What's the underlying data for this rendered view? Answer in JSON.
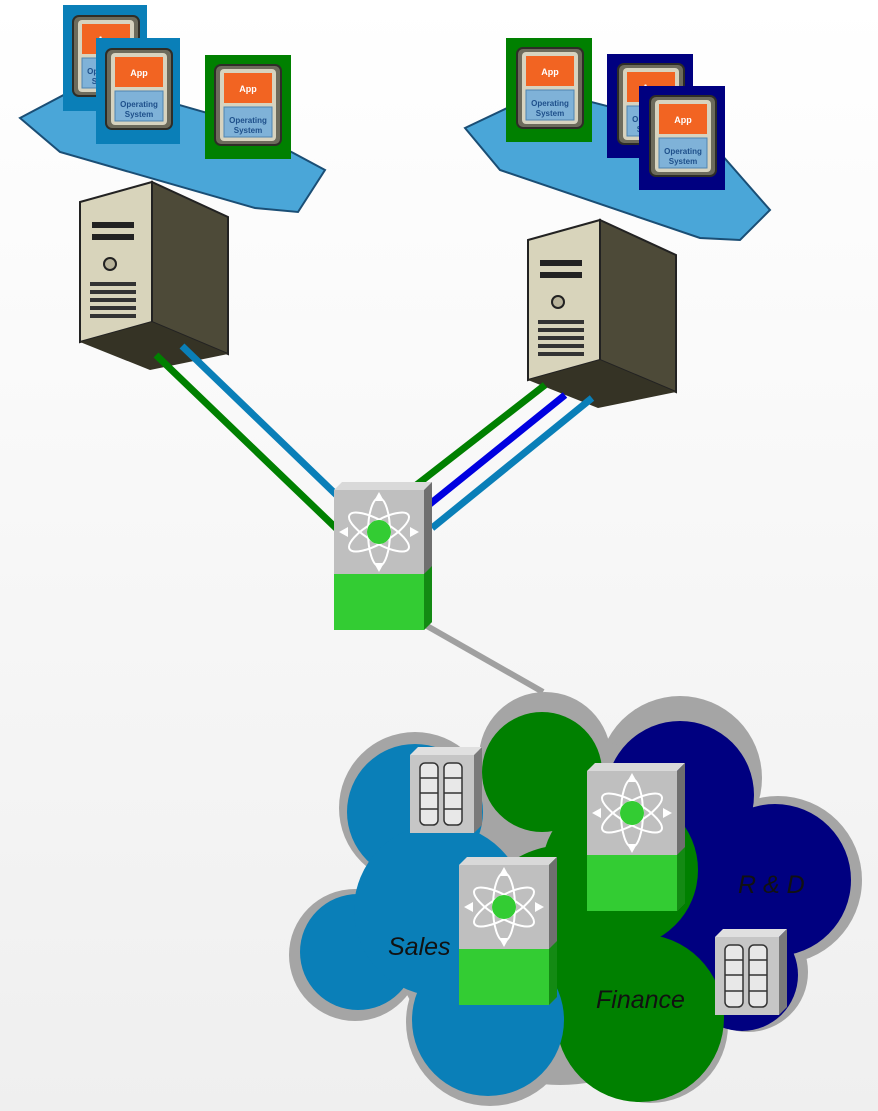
{
  "vm": {
    "app_label": "App",
    "os_line1": "Operating",
    "os_line2": "System"
  },
  "network": {
    "segments": [
      {
        "id": "sales",
        "label": "Sales"
      },
      {
        "id": "finance",
        "label": "Finance"
      },
      {
        "id": "rnd",
        "label": "R & D"
      }
    ]
  },
  "colors": {
    "sales": "#0a7fb8",
    "finance": "#008000",
    "rnd": "#000080",
    "link_blue": "#0000e0",
    "link_gray": "#a0a0a0",
    "switch_green": "#33cc33",
    "hypervisor": "#4aa6d8"
  }
}
